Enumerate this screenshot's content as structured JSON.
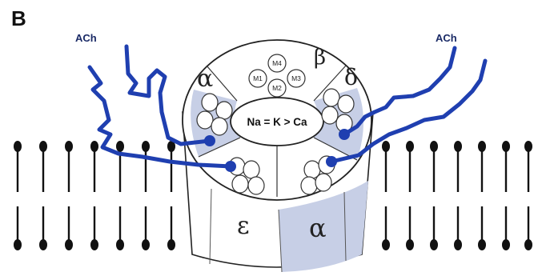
{
  "panel_label": "B",
  "ligands": {
    "left_label": "ACh",
    "right_label": "ACh"
  },
  "subunits": {
    "top_left": "α",
    "top": "β",
    "top_right": "δ",
    "bottom_left": "ε",
    "bottom_right": "α"
  },
  "transmembrane_segments": [
    "M4",
    "M1",
    "M3",
    "M2"
  ],
  "pore_selectivity": "Na = K > Ca",
  "colors": {
    "ligand_chain": "#1f3fb0",
    "ligand_binding_site": "#1f3fb0",
    "subunit_shade": "#c7cfe6",
    "membrane": "#111111",
    "outline": "#222222"
  }
}
